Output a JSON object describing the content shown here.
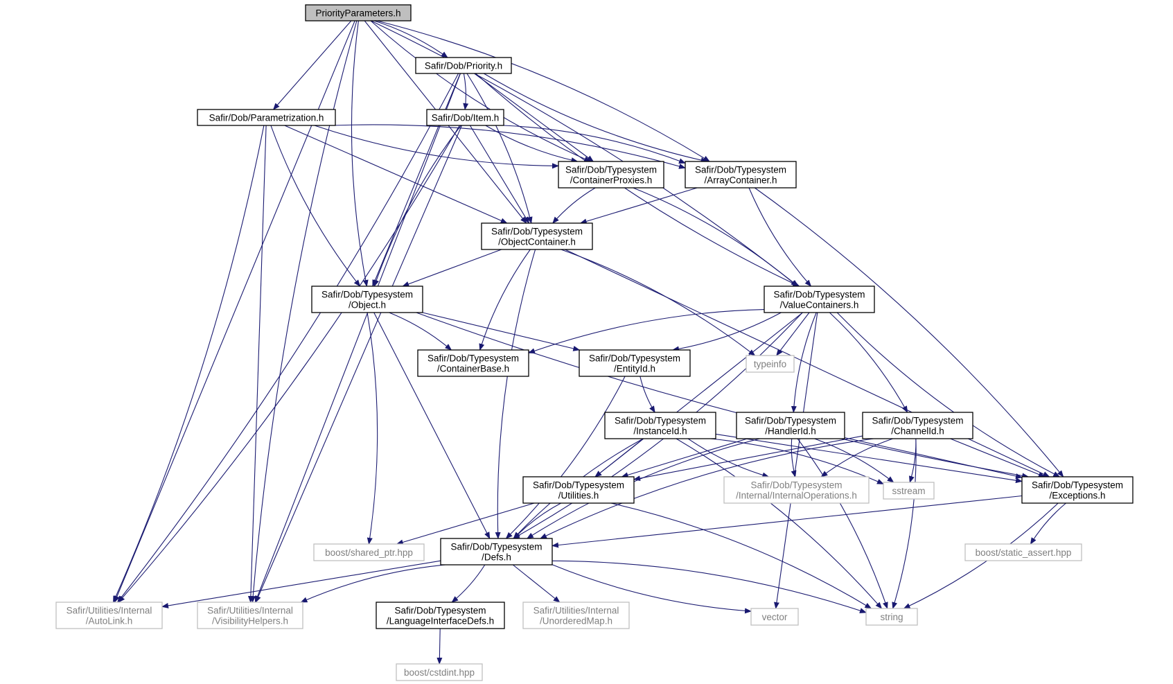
{
  "colors": {
    "edge": "#191970",
    "main_stroke": "#000000",
    "ext_stroke": "#bfbfbf",
    "ext_text": "#7f7f7f",
    "root_fill": "#bfbfbf",
    "node_fill": "#ffffff",
    "text": "#000000"
  },
  "nodes": [
    {
      "id": "root",
      "lines": [
        "PriorityParameters.h"
      ],
      "kind": "root"
    },
    {
      "id": "priority",
      "lines": [
        "Safir/Dob/Priority.h"
      ],
      "kind": "main"
    },
    {
      "id": "parametrization",
      "lines": [
        "Safir/Dob/Parametrization.h"
      ],
      "kind": "main"
    },
    {
      "id": "item",
      "lines": [
        "Safir/Dob/Item.h"
      ],
      "kind": "main"
    },
    {
      "id": "containerproxies",
      "lines": [
        "Safir/Dob/Typesystem",
        "/ContainerProxies.h"
      ],
      "kind": "main"
    },
    {
      "id": "arraycontainer",
      "lines": [
        "Safir/Dob/Typesystem",
        "/ArrayContainer.h"
      ],
      "kind": "main"
    },
    {
      "id": "objectcontainer",
      "lines": [
        "Safir/Dob/Typesystem",
        "/ObjectContainer.h"
      ],
      "kind": "main"
    },
    {
      "id": "object",
      "lines": [
        "Safir/Dob/Typesystem",
        "/Object.h"
      ],
      "kind": "main"
    },
    {
      "id": "valuecontainers",
      "lines": [
        "Safir/Dob/Typesystem",
        "/ValueContainers.h"
      ],
      "kind": "main"
    },
    {
      "id": "containerbase",
      "lines": [
        "Safir/Dob/Typesystem",
        "/ContainerBase.h"
      ],
      "kind": "main"
    },
    {
      "id": "entityid",
      "lines": [
        "Safir/Dob/Typesystem",
        "/EntityId.h"
      ],
      "kind": "main"
    },
    {
      "id": "typeinfo",
      "lines": [
        "typeinfo"
      ],
      "kind": "ext"
    },
    {
      "id": "instanceid",
      "lines": [
        "Safir/Dob/Typesystem",
        "/InstanceId.h"
      ],
      "kind": "main"
    },
    {
      "id": "handlerid",
      "lines": [
        "Safir/Dob/Typesystem",
        "/HandlerId.h"
      ],
      "kind": "main"
    },
    {
      "id": "channelid",
      "lines": [
        "Safir/Dob/Typesystem",
        "/ChannelId.h"
      ],
      "kind": "main"
    },
    {
      "id": "utilities",
      "lines": [
        "Safir/Dob/Typesystem",
        "/Utilities.h"
      ],
      "kind": "main"
    },
    {
      "id": "internalops",
      "lines": [
        "Safir/Dob/Typesystem",
        "/Internal/InternalOperations.h"
      ],
      "kind": "ext"
    },
    {
      "id": "sstream",
      "lines": [
        "sstream"
      ],
      "kind": "ext"
    },
    {
      "id": "exceptions",
      "lines": [
        "Safir/Dob/Typesystem",
        "/Exceptions.h"
      ],
      "kind": "main"
    },
    {
      "id": "sharedptr",
      "lines": [
        "boost/shared_ptr.hpp"
      ],
      "kind": "ext"
    },
    {
      "id": "defs",
      "lines": [
        "Safir/Dob/Typesystem",
        "/Defs.h"
      ],
      "kind": "main"
    },
    {
      "id": "staticassert",
      "lines": [
        "boost/static_assert.hpp"
      ],
      "kind": "ext"
    },
    {
      "id": "autolink",
      "lines": [
        "Safir/Utilities/Internal",
        "/AutoLink.h"
      ],
      "kind": "ext"
    },
    {
      "id": "visibility",
      "lines": [
        "Safir/Utilities/Internal",
        "/VisibilityHelpers.h"
      ],
      "kind": "ext"
    },
    {
      "id": "langdefs",
      "lines": [
        "Safir/Dob/Typesystem",
        "/LanguageInterfaceDefs.h"
      ],
      "kind": "main"
    },
    {
      "id": "unorderedmap",
      "lines": [
        "Safir/Utilities/Internal",
        "/UnorderedMap.h"
      ],
      "kind": "ext"
    },
    {
      "id": "vector",
      "lines": [
        "vector"
      ],
      "kind": "ext"
    },
    {
      "id": "string",
      "lines": [
        "string"
      ],
      "kind": "ext"
    },
    {
      "id": "cstdint",
      "lines": [
        "boost/cstdint.hpp"
      ],
      "kind": "ext"
    }
  ],
  "edges": [
    [
      "root",
      "priority"
    ],
    [
      "root",
      "parametrization"
    ],
    [
      "root",
      "containerproxies"
    ],
    [
      "root",
      "arraycontainer"
    ],
    [
      "root",
      "objectcontainer"
    ],
    [
      "root",
      "object"
    ],
    [
      "root",
      "valuecontainers"
    ],
    [
      "root",
      "autolink"
    ],
    [
      "root",
      "visibility"
    ],
    [
      "priority",
      "item"
    ],
    [
      "priority",
      "containerproxies"
    ],
    [
      "priority",
      "arraycontainer"
    ],
    [
      "priority",
      "objectcontainer"
    ],
    [
      "priority",
      "object"
    ],
    [
      "priority",
      "valuecontainers"
    ],
    [
      "priority",
      "autolink"
    ],
    [
      "priority",
      "visibility"
    ],
    [
      "parametrization",
      "containerproxies"
    ],
    [
      "parametrization",
      "arraycontainer"
    ],
    [
      "parametrization",
      "objectcontainer"
    ],
    [
      "parametrization",
      "object"
    ],
    [
      "parametrization",
      "autolink"
    ],
    [
      "parametrization",
      "visibility"
    ],
    [
      "item",
      "containerproxies"
    ],
    [
      "item",
      "arraycontainer"
    ],
    [
      "item",
      "objectcontainer"
    ],
    [
      "item",
      "object"
    ],
    [
      "item",
      "autolink"
    ],
    [
      "item",
      "visibility"
    ],
    [
      "containerproxies",
      "objectcontainer"
    ],
    [
      "containerproxies",
      "valuecontainers"
    ],
    [
      "arraycontainer",
      "objectcontainer"
    ],
    [
      "arraycontainer",
      "valuecontainers"
    ],
    [
      "arraycontainer",
      "exceptions"
    ],
    [
      "objectcontainer",
      "object"
    ],
    [
      "objectcontainer",
      "containerbase"
    ],
    [
      "objectcontainer",
      "typeinfo"
    ],
    [
      "objectcontainer",
      "exceptions"
    ],
    [
      "objectcontainer",
      "defs"
    ],
    [
      "object",
      "containerbase"
    ],
    [
      "object",
      "entityid"
    ],
    [
      "object",
      "exceptions"
    ],
    [
      "object",
      "sharedptr"
    ],
    [
      "object",
      "defs"
    ],
    [
      "valuecontainers",
      "containerbase"
    ],
    [
      "valuecontainers",
      "entityid"
    ],
    [
      "valuecontainers",
      "typeinfo"
    ],
    [
      "valuecontainers",
      "handlerid"
    ],
    [
      "valuecontainers",
      "channelid"
    ],
    [
      "valuecontainers",
      "utilities"
    ],
    [
      "valuecontainers",
      "exceptions"
    ],
    [
      "valuecontainers",
      "defs"
    ],
    [
      "valuecontainers",
      "vector"
    ],
    [
      "entityid",
      "instanceid"
    ],
    [
      "entityid",
      "defs"
    ],
    [
      "instanceid",
      "utilities"
    ],
    [
      "instanceid",
      "internalops"
    ],
    [
      "instanceid",
      "sstream"
    ],
    [
      "instanceid",
      "exceptions"
    ],
    [
      "instanceid",
      "defs"
    ],
    [
      "instanceid",
      "string"
    ],
    [
      "handlerid",
      "utilities"
    ],
    [
      "handlerid",
      "internalops"
    ],
    [
      "handlerid",
      "sstream"
    ],
    [
      "handlerid",
      "exceptions"
    ],
    [
      "handlerid",
      "defs"
    ],
    [
      "handlerid",
      "string"
    ],
    [
      "channelid",
      "utilities"
    ],
    [
      "channelid",
      "internalops"
    ],
    [
      "channelid",
      "sstream"
    ],
    [
      "channelid",
      "exceptions"
    ],
    [
      "channelid",
      "defs"
    ],
    [
      "channelid",
      "string"
    ],
    [
      "utilities",
      "sharedptr"
    ],
    [
      "utilities",
      "defs"
    ],
    [
      "utilities",
      "string"
    ],
    [
      "exceptions",
      "defs"
    ],
    [
      "exceptions",
      "staticassert"
    ],
    [
      "exceptions",
      "string"
    ],
    [
      "defs",
      "autolink"
    ],
    [
      "defs",
      "visibility"
    ],
    [
      "defs",
      "langdefs"
    ],
    [
      "defs",
      "unorderedmap"
    ],
    [
      "defs",
      "vector"
    ],
    [
      "defs",
      "string"
    ],
    [
      "langdefs",
      "cstdint"
    ]
  ]
}
